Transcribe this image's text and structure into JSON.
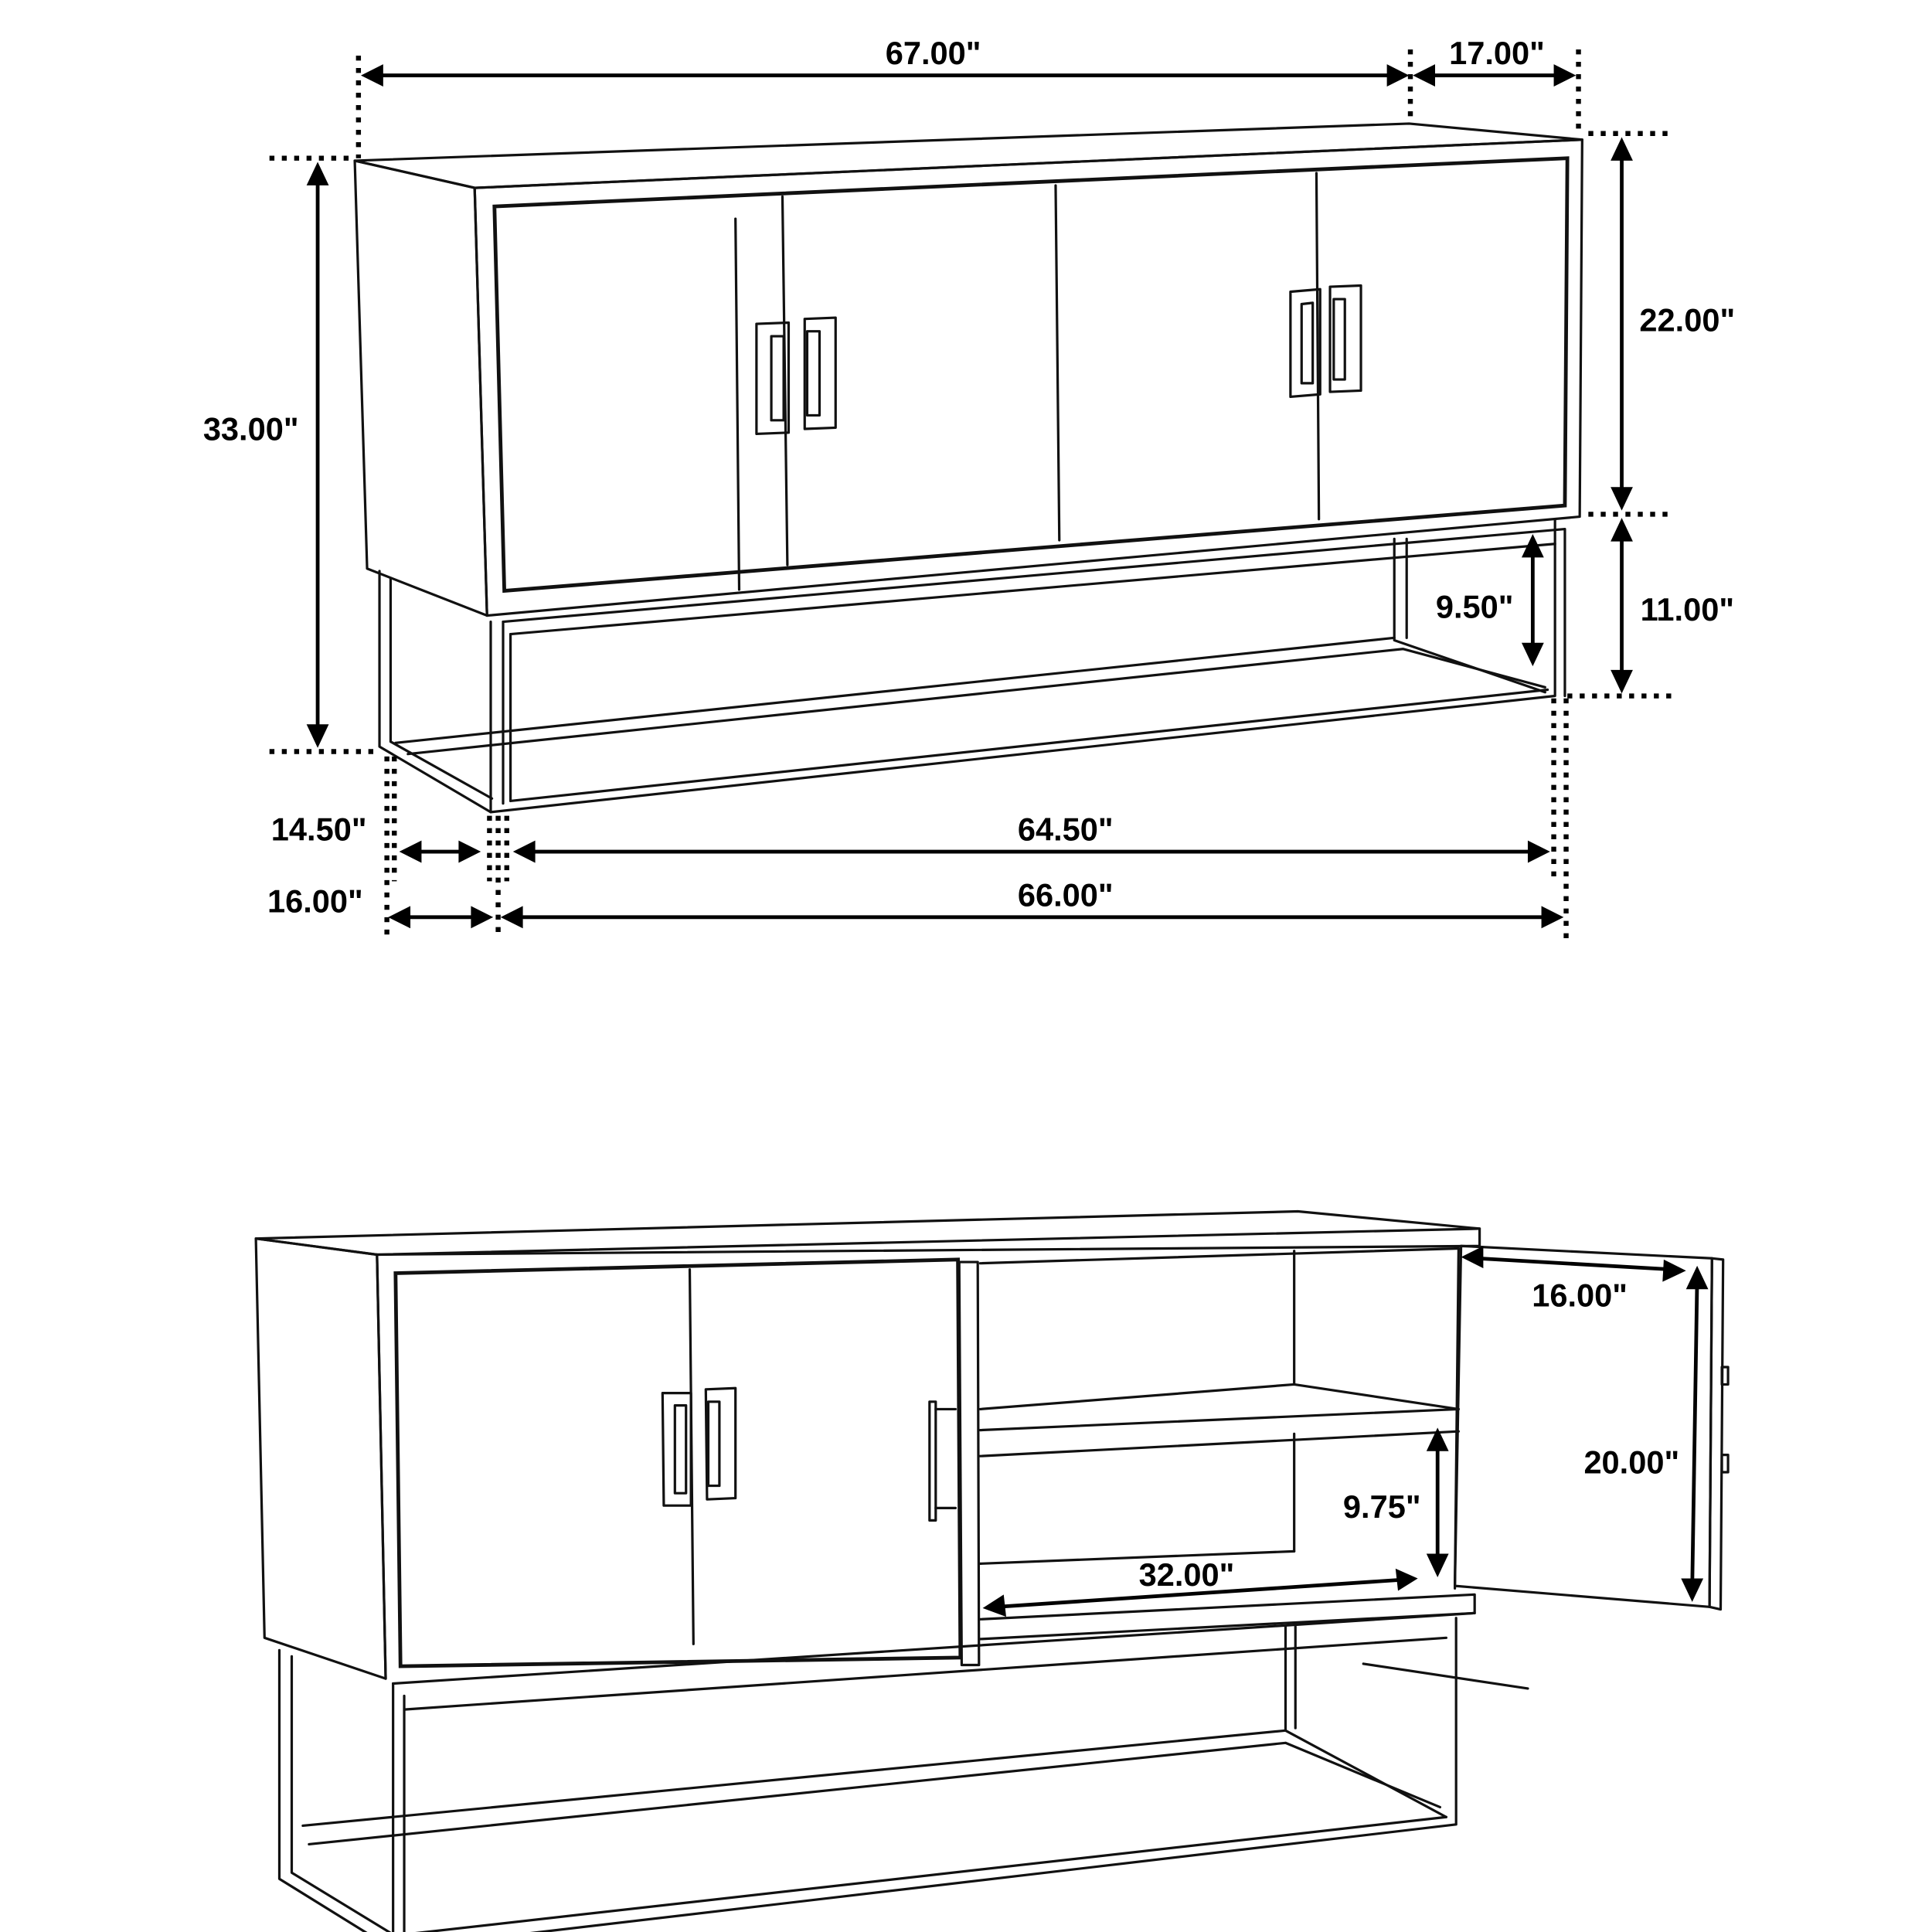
{
  "diagram": {
    "type": "product-dimension-drawing",
    "subject": "four-door sideboard / TV console on metal frame base",
    "views": [
      {
        "name": "closed-front-view",
        "dimensions": {
          "overall_width": "67.00\"",
          "overall_depth": "17.00\"",
          "overall_height": "33.00\"",
          "cabinet_height": "22.00\"",
          "base_height": "11.00\"",
          "base_opening_height": "9.50\"",
          "base_inner_depth": "14.50\"",
          "base_inner_width": "64.50\"",
          "base_outer_depth": "16.00\"",
          "base_outer_width": "66.00\""
        }
      },
      {
        "name": "open-door-view",
        "dimensions": {
          "door_width": "16.00\"",
          "door_height": "20.00\"",
          "shelf_clearance": "9.75\"",
          "interior_width": "32.00\""
        }
      }
    ]
  },
  "colors": {
    "line": "#111111",
    "background": "#ffffff"
  }
}
